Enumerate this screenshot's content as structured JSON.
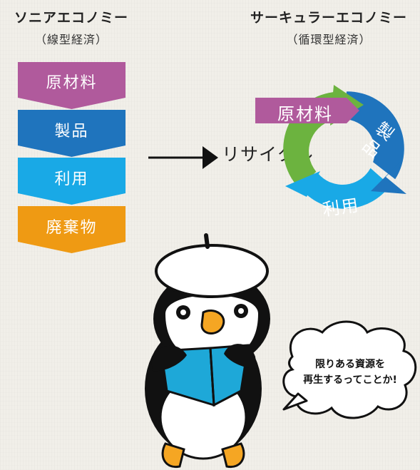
{
  "linear": {
    "title": "ソニアエコノミー",
    "subtitle": "（線型経済）",
    "steps": [
      {
        "label": "原材料",
        "color": "#b05a9c"
      },
      {
        "label": "製品",
        "color": "#1f74bd"
      },
      {
        "label": "利用",
        "color": "#19a9e6"
      },
      {
        "label": "廃棄物",
        "color": "#ef9a13"
      }
    ]
  },
  "transition": {
    "label": "リサイクル"
  },
  "circular": {
    "title": "サーキュラーエコノミー",
    "subtitle": "（循環型経済）",
    "raw_material": "原材料",
    "product": "製品",
    "use": "利用",
    "colors": {
      "raw_material": "#b05a9c",
      "recycle": "#6cb33f",
      "product": "#1f74bd",
      "use": "#19a9e6"
    }
  },
  "speech_bubble": {
    "line1": "限りある資源を",
    "line2": "再生するってことか!"
  }
}
